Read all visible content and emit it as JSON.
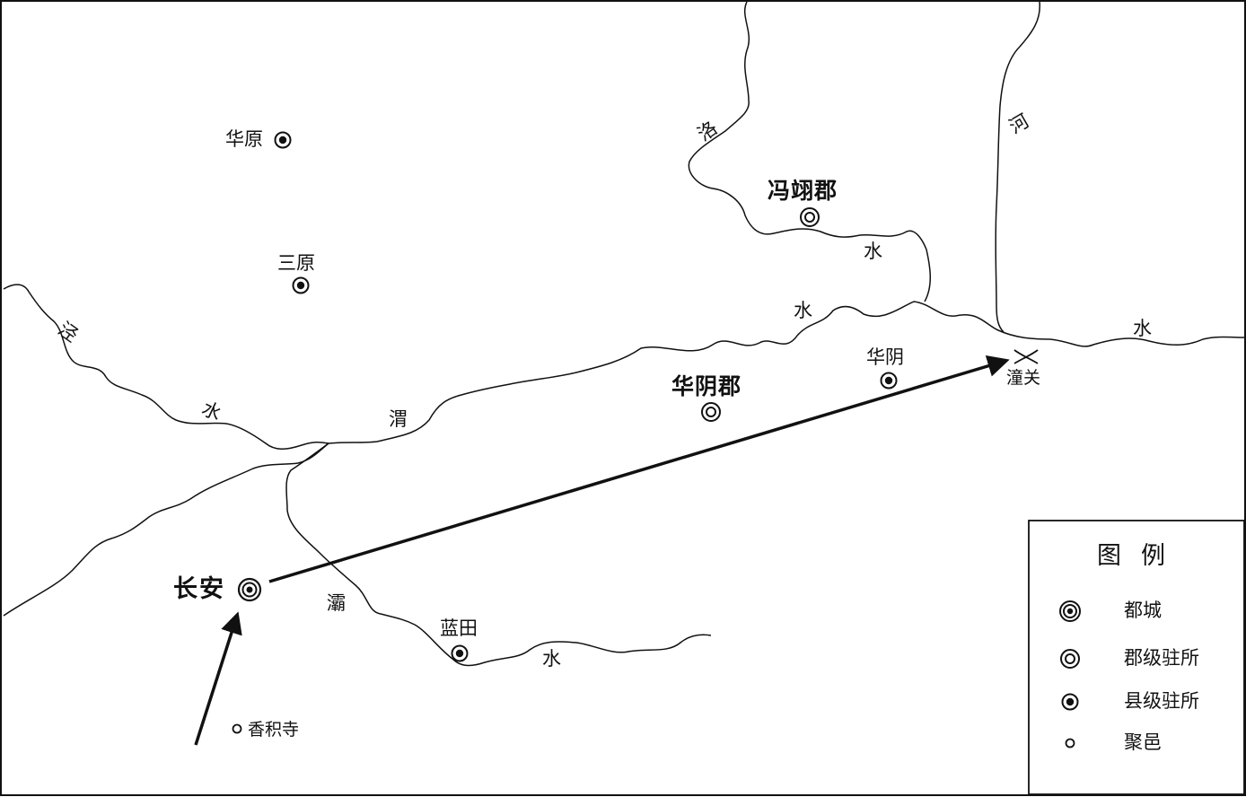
{
  "places": {
    "huayuan": "华原",
    "sanyuan": "三原",
    "fengyi_jun": "冯翊郡",
    "huayin_jun": "华阴郡",
    "huayin": "华阴",
    "tongguan": "潼关",
    "changan": "长安",
    "lantian": "蓝田",
    "xiangjisi": "香积寺"
  },
  "rivers": {
    "jing": [
      "泾",
      "水"
    ],
    "wei": [
      "渭",
      "水"
    ],
    "luo": [
      "洛",
      "水"
    ],
    "he": [
      "河",
      "水"
    ],
    "ba": [
      "灞",
      "水"
    ]
  },
  "legend": {
    "title": "图例",
    "items": [
      {
        "symbol": "capital",
        "label": "都城"
      },
      {
        "symbol": "commandery",
        "label": "郡级驻所"
      },
      {
        "symbol": "county",
        "label": "县级驻所"
      },
      {
        "symbol": "settlement",
        "label": "聚邑"
      }
    ]
  }
}
